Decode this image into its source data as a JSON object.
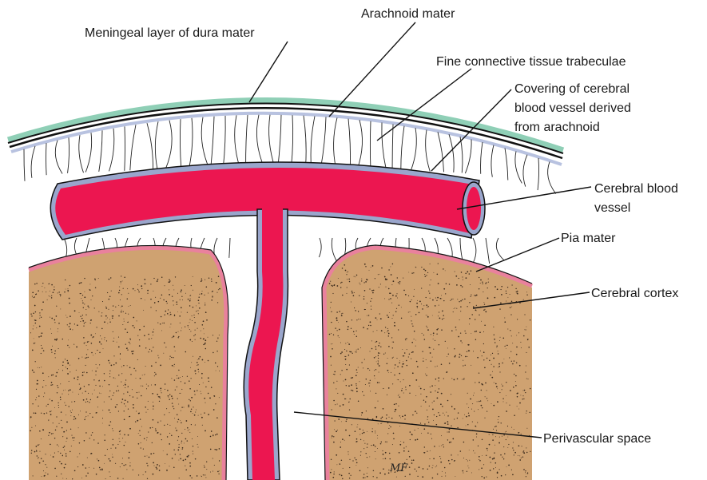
{
  "labels": {
    "meningeal_dura": "Meningeal layer of dura mater",
    "arachnoid_mater": "Arachnoid mater",
    "trabeculae": "Fine connective tissue trabeculae",
    "vessel_covering": [
      "Covering of cerebral",
      "blood vessel derived",
      "from arachnoid"
    ],
    "blood_vessel": [
      "Cerebral blood",
      "vessel"
    ],
    "pia_mater": "Pia mater",
    "cerebral_cortex": "Cerebral cortex",
    "perivascular_space": "Perivascular space"
  },
  "signature": "MF",
  "colors": {
    "dura": "#8fcfb6",
    "arachnoid": "#b8c2e0",
    "vessel": "#ec1650",
    "vessel_covering": "#9aa6cc",
    "pia": "#e9819d",
    "cortex": "#cfa271",
    "stipple": "#3b2a1c"
  }
}
